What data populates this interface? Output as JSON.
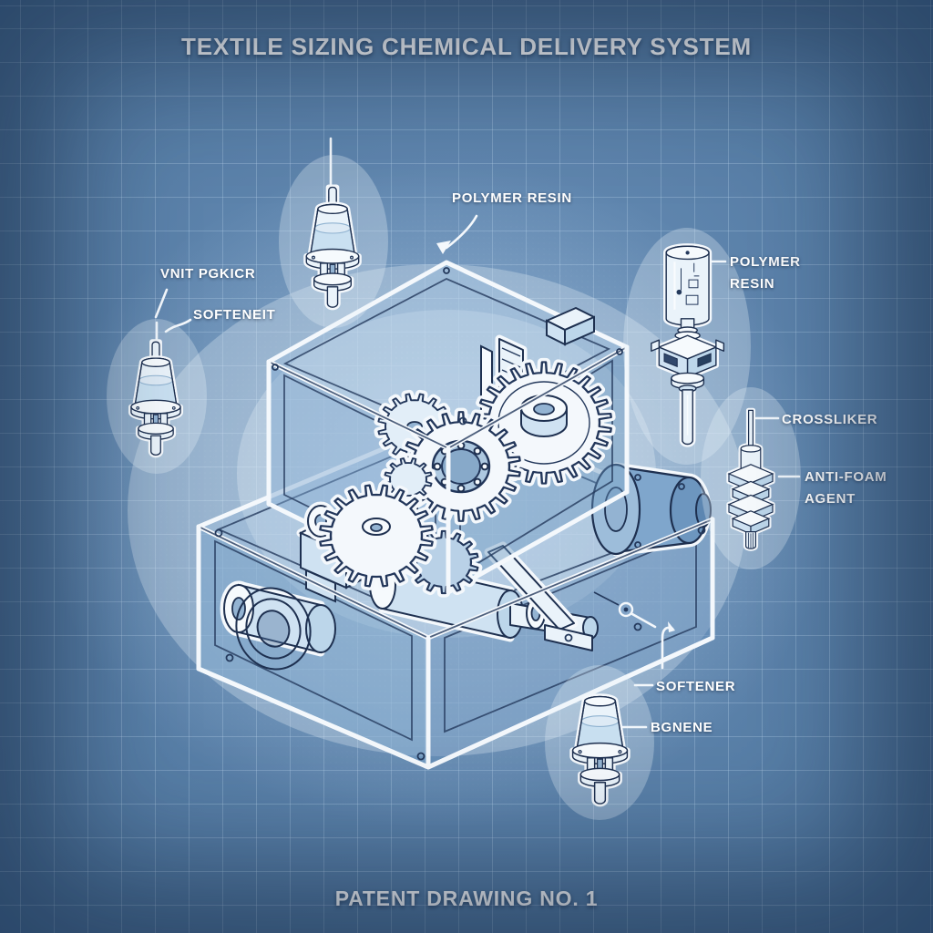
{
  "title": "TEXTILE SIZING CHEMICAL DELIVERY SYSTEM",
  "caption": "PATENT DRAWING NO. 1",
  "labels": {
    "polymer_resin_top": "POLYMER RESIN",
    "unit_top_left": "VNIT PGKICR",
    "softener_top_left": "SOFTENEIT",
    "polymer_right_line1": "POLYMER",
    "polymer_right_line2": "RESIN",
    "crosslinker": "CROSSLIKER",
    "antifoam_line1": "ANTI-FOAM",
    "antifoam_line2": "AGENT",
    "softener_right": "SOFTENER",
    "bottom_agent": "BGNENE"
  },
  "colors": {
    "blueprint_background": "#3a608f",
    "grid_line": "#bad2e9",
    "ink_line": "#1e3050",
    "white_line": "#f4f8fc",
    "component_fill": "#eaf3fa",
    "liquid_fill": "#c9e0f1",
    "housing_fill": "#7fa6cc",
    "label_text": "#ffffff"
  }
}
